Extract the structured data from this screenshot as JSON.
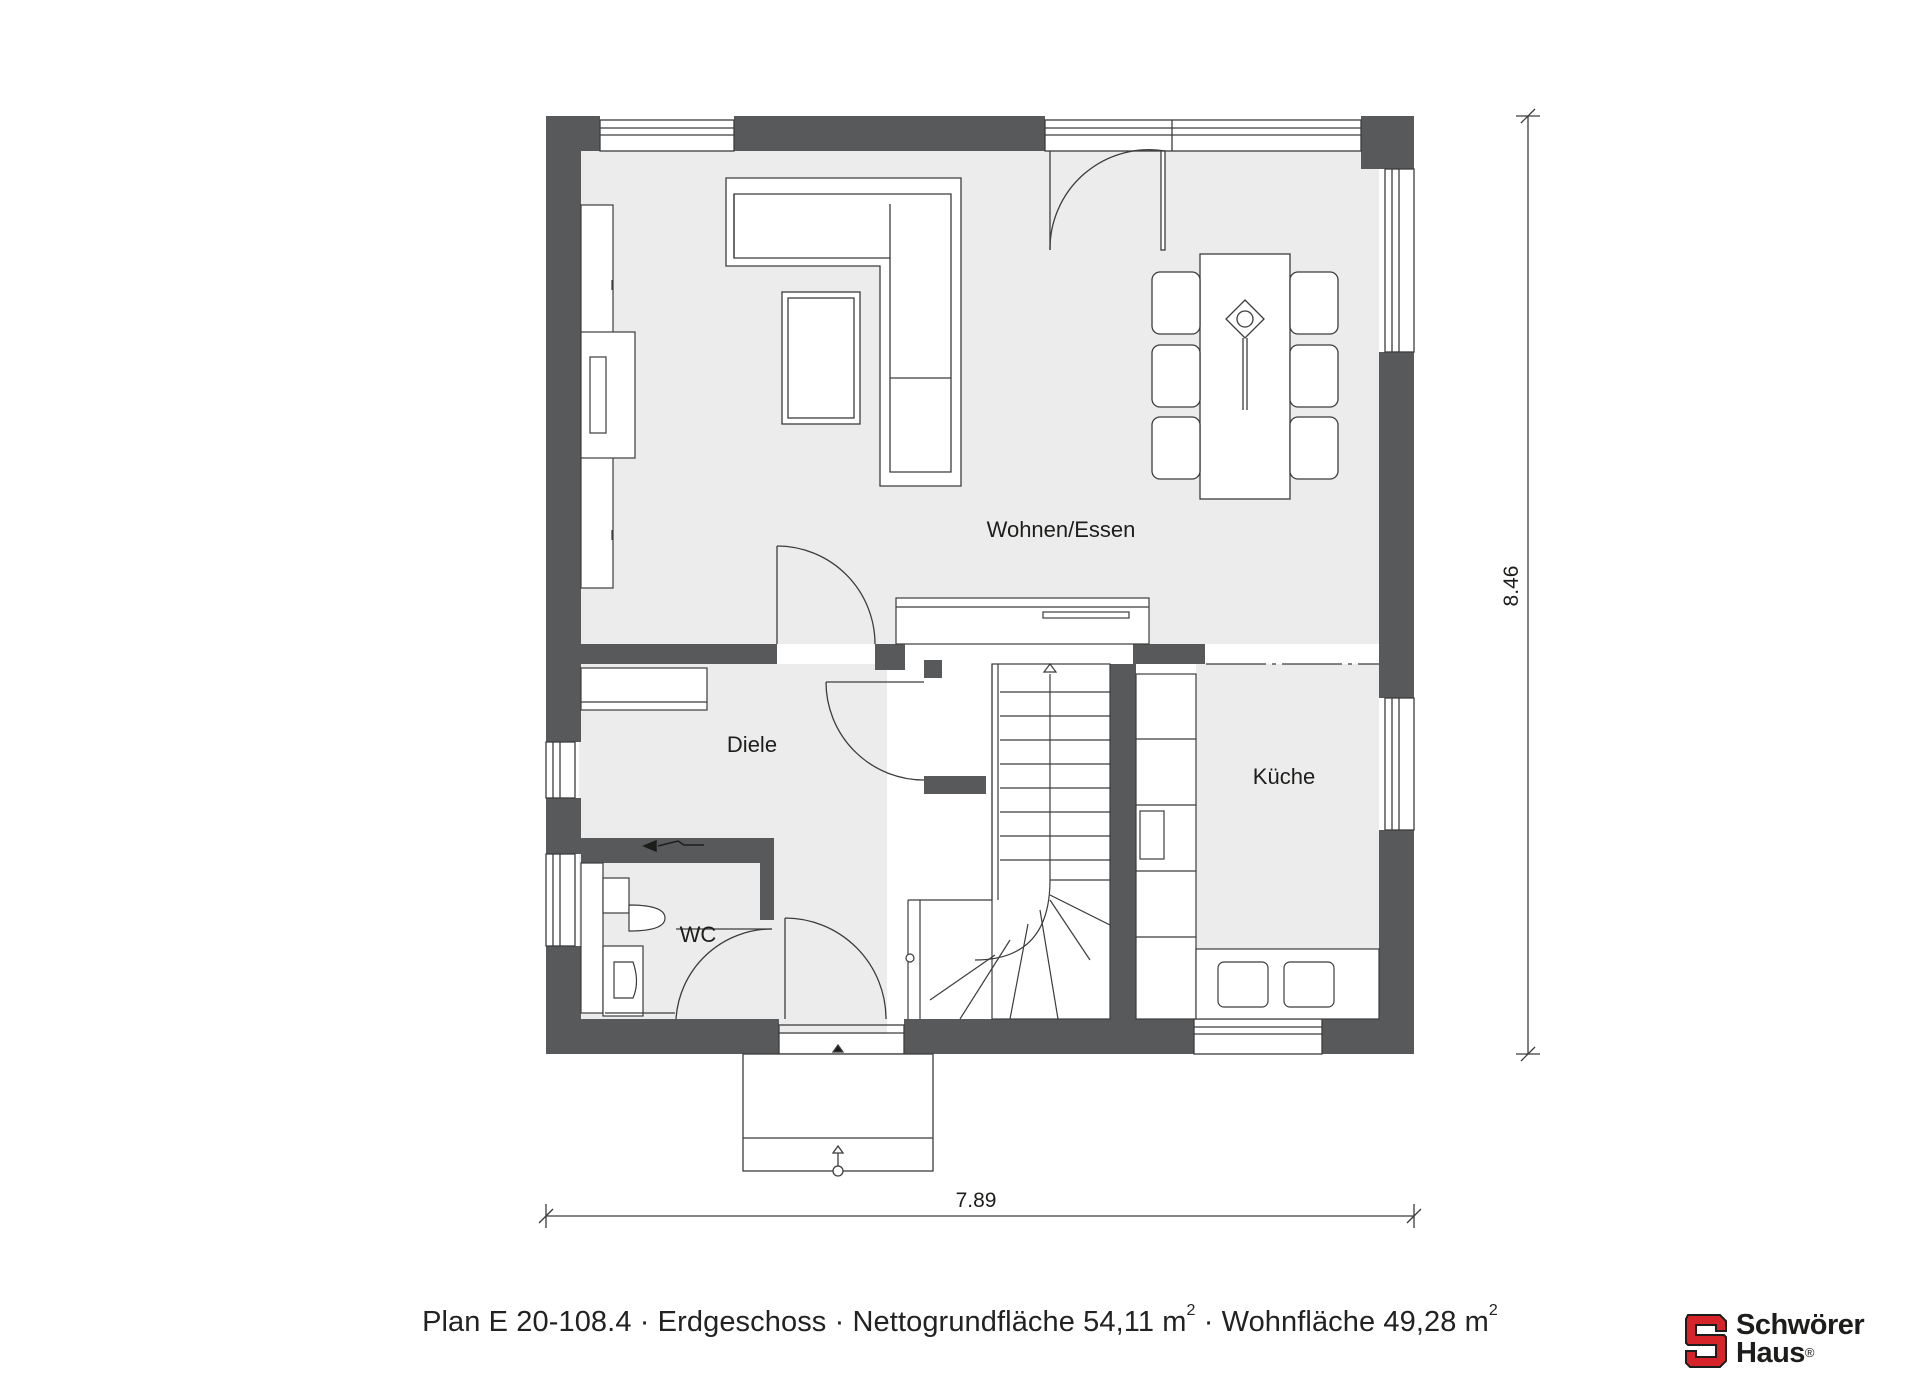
{
  "rooms": {
    "wohnen": "Wohnen/Essen",
    "diele": "Diele",
    "kueche": "Küche",
    "wc": "WC"
  },
  "dimensions": {
    "width": "7.89",
    "depth": "8.46"
  },
  "caption": {
    "plan": "Plan E 20-108.4",
    "floor": "Erdgeschoss",
    "net_label": "Nettogrundfläche",
    "net_value": "54,11 m",
    "living_label": "Wohnfläche",
    "living_value": "49,28 m",
    "sup": "2",
    "separator": "·"
  },
  "logo": {
    "line1": "Schwörer",
    "line2": "Haus",
    "mark": "®"
  },
  "colors": {
    "wall": "#58595b",
    "floor": "#ececec",
    "line": "#3c3c3c",
    "brand": "#d7242a"
  }
}
